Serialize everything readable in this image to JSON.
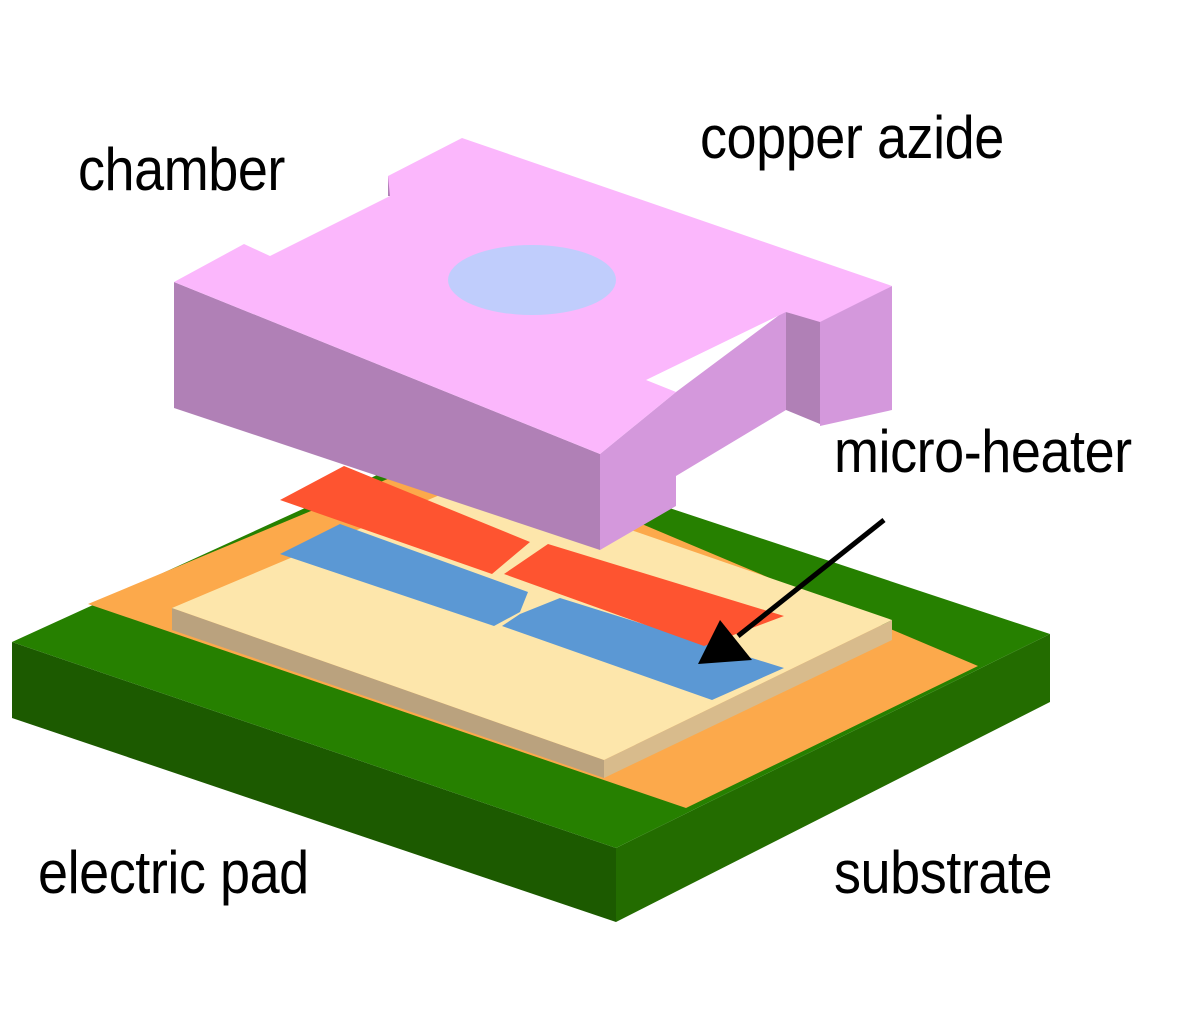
{
  "labels": {
    "chamber": "chamber",
    "copper_azide": "copper azide",
    "micro_heater": "micro-heater",
    "electric_pad": "electric pad",
    "substrate": "substrate"
  },
  "colors": {
    "substrate_top": "#268000",
    "substrate_front": "#1c5a00",
    "substrate_right": "#236c00",
    "electric_pad": "#fca94b",
    "base_top": "#fde6ab",
    "base_front": "#baa27e",
    "base_right": "#d8bb8c",
    "micro_heater": "#5b98d4",
    "electrode": "#fe5430",
    "chamber_top": "#fbb7fc",
    "chamber_front": "#b080b6",
    "chamber_right": "#d498dc",
    "copper_azide": "#c0cdfc",
    "arrow": "#000000"
  }
}
